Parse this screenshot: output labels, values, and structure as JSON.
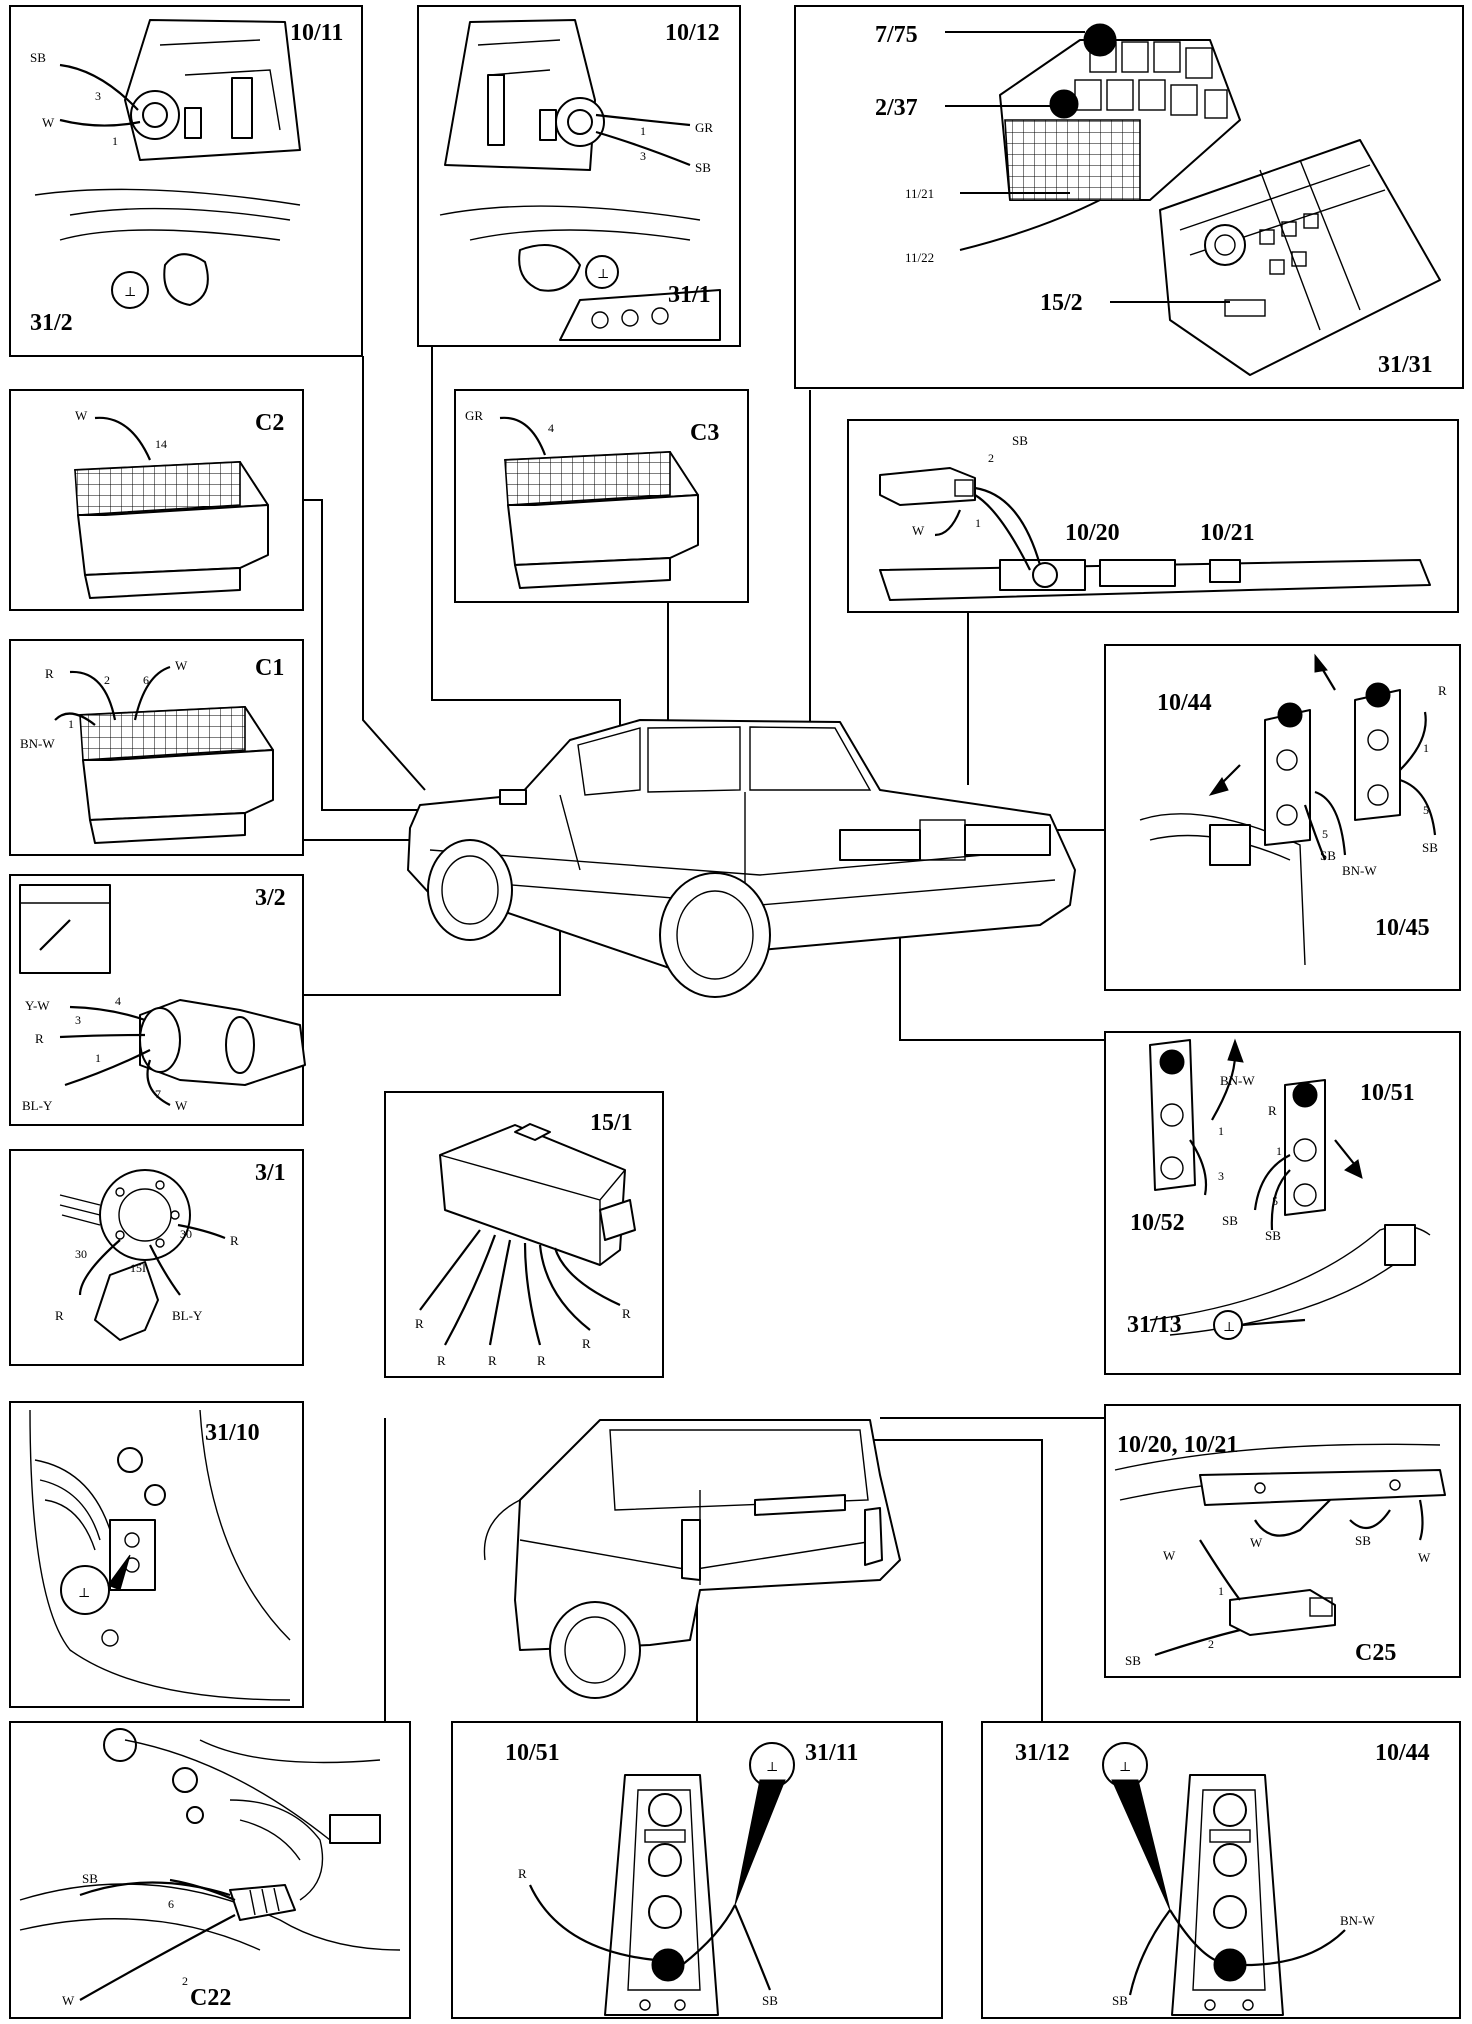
{
  "panels": {
    "p1011": {
      "title": "10/11",
      "sub": "31/2",
      "wires": [
        "SB",
        "W"
      ],
      "pins": [
        "3",
        "1"
      ]
    },
    "p1012": {
      "title": "10/12",
      "sub": "31/1",
      "wires": [
        "GR",
        "SB"
      ],
      "pins": [
        "1",
        "3"
      ]
    },
    "pfuse": {
      "labels": [
        "7/75",
        "2/37",
        "15/2",
        "31/31"
      ],
      "small": [
        "11/21",
        "11/22"
      ]
    },
    "pc2": {
      "title": "C2",
      "wire": "W",
      "pin": "14"
    },
    "pc3": {
      "title": "C3",
      "wire": "GR",
      "pin": "4"
    },
    "p1020": {
      "titles": [
        "10/20",
        "10/21"
      ],
      "wires": [
        "SB",
        "W"
      ],
      "pins": [
        "2",
        "1"
      ]
    },
    "pc1": {
      "title": "C1",
      "wires": [
        "R",
        "W",
        "BN-W"
      ],
      "pins": [
        "2",
        "6",
        "1"
      ]
    },
    "p1044": {
      "titles": [
        "10/44",
        "10/45"
      ],
      "wires": [
        "R",
        "SB",
        "BN-W",
        "SB"
      ],
      "pins": [
        "1",
        "5",
        "5"
      ]
    },
    "p32": {
      "title": "3/2",
      "wires": [
        "Y-W",
        "R",
        "BL-Y",
        "W"
      ],
      "pins": [
        "4",
        "3",
        "1",
        "7"
      ]
    },
    "p1051": {
      "titles": [
        "10/51",
        "10/52"
      ],
      "sub": "31/13",
      "wires": [
        "BN-W",
        "R",
        "SB",
        "SB"
      ],
      "pins": [
        "1",
        "1",
        "3",
        "5"
      ]
    },
    "p151": {
      "title": "15/1",
      "wires": [
        "R",
        "R",
        "R",
        "R",
        "R",
        "R"
      ]
    },
    "p31": {
      "title": "3/1",
      "wires": [
        "R",
        "R",
        "BL-Y"
      ],
      "pins": [
        "30",
        "30",
        "15I"
      ]
    },
    "p3110": {
      "title": "31/10"
    },
    "pc25": {
      "titles": [
        "10/20, 10/21",
        "C25"
      ],
      "wires": [
        "W",
        "W",
        "SB",
        "W",
        "SB"
      ],
      "pins": [
        "1",
        "2"
      ]
    },
    "pc22": {
      "title": "C22",
      "wires": [
        "SB",
        "W"
      ],
      "pins": [
        "6",
        "2"
      ]
    },
    "p3111": {
      "titles": [
        "10/51",
        "31/11"
      ],
      "wires": [
        "R",
        "SB"
      ]
    },
    "p3112": {
      "titles": [
        "31/12",
        "10/44"
      ],
      "wires": [
        "SB",
        "BN-W"
      ]
    }
  }
}
